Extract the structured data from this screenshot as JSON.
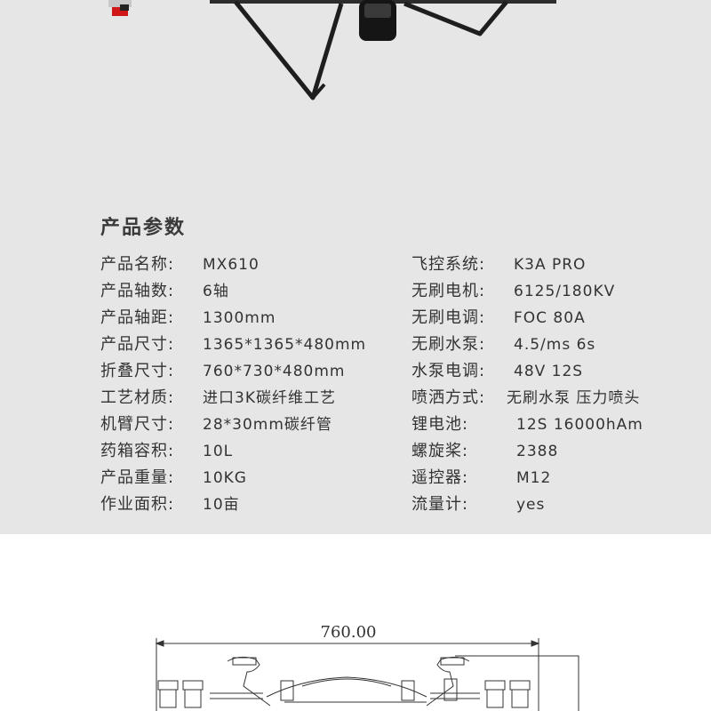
{
  "spec_section": {
    "title": "产品参数",
    "left": [
      {
        "label": "产品名称:",
        "value": "MX610"
      },
      {
        "label": "产品轴数:",
        "value": "6轴"
      },
      {
        "label": "产品轴距:",
        "value": "1300mm"
      },
      {
        "label": "产品尺寸:",
        "value": "1365*1365*480mm"
      },
      {
        "label": "折叠尺寸:",
        "value": "760*730*480mm"
      },
      {
        "label": "工艺材质:",
        "value": "进口3K碳纤维工艺"
      },
      {
        "label": "机臂尺寸:",
        "value": "28*30mm碳纤管"
      },
      {
        "label": "药箱容积:",
        "value": "10L"
      },
      {
        "label": "产品重量:",
        "value": "10KG"
      },
      {
        "label": "作业面积:",
        "value": "10亩"
      }
    ],
    "right": [
      {
        "label": "飞控系统:",
        "value": "K3A PRO"
      },
      {
        "label": "无刷电机:",
        "value": "6125/180KV"
      },
      {
        "label": "无刷电调:",
        "value": "FOC 80A"
      },
      {
        "label": "无刷水泵:",
        "value": "4.5/ms 6s"
      },
      {
        "label": "水泵电调:",
        "value": "48V 12S"
      },
      {
        "label": "喷洒方式:",
        "value": "无刷水泵 压力喷头"
      },
      {
        "label": "锂电池:",
        "value": "12S 16000hAm"
      },
      {
        "label": "螺旋桨:",
        "value": "2388"
      },
      {
        "label": "遥控器:",
        "value": "M12"
      },
      {
        "label": "流量计:",
        "value": "yes"
      }
    ]
  },
  "drawing": {
    "dimension_label": "760.00"
  }
}
